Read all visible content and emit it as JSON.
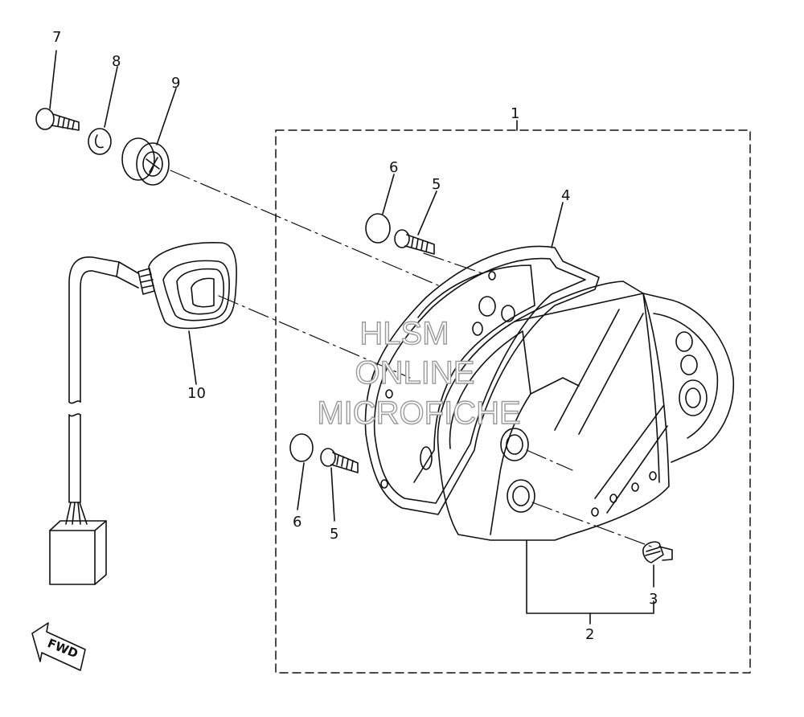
{
  "callouts": {
    "c1": "1",
    "c2": "2",
    "c3": "3",
    "c4": "4",
    "c5a": "5",
    "c5b": "5",
    "c6a": "6",
    "c6b": "6",
    "c7": "7",
    "c8": "8",
    "c9": "9",
    "c10": "10"
  },
  "watermark": {
    "line1": "HLSM",
    "line2": "ONLINE",
    "line3": "MICROFICHE"
  },
  "direction": {
    "label": "FWD"
  },
  "colors": {
    "line": "#111111",
    "watermark_outline": "#9a9a9a",
    "background": "#ffffff"
  }
}
